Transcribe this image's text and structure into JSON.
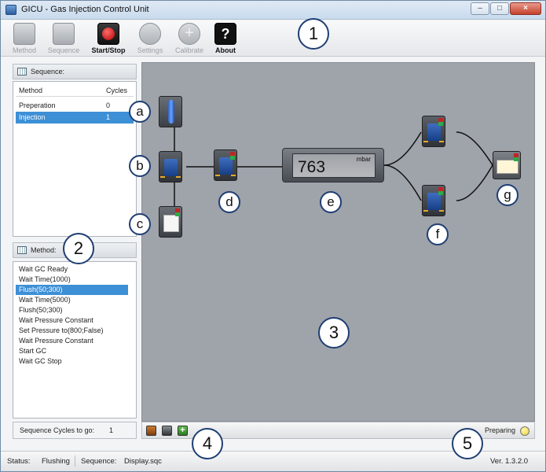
{
  "window": {
    "title": "GICU - Gas Injection Control Unit"
  },
  "toolbar": {
    "items": [
      {
        "label": "Method",
        "icon": "document-icon",
        "enabled": false
      },
      {
        "label": "Sequence",
        "icon": "document-icon",
        "enabled": false
      },
      {
        "label": "Start/Stop",
        "icon": "record-icon",
        "enabled": true
      },
      {
        "label": "Settings",
        "icon": "gear-icon",
        "enabled": false
      },
      {
        "label": "Calibrate",
        "icon": "target-icon",
        "enabled": false
      },
      {
        "label": "About",
        "icon": "help-icon",
        "enabled": true
      }
    ]
  },
  "sequence_panel": {
    "title": "Sequence:",
    "columns": [
      "Method",
      "Cycles"
    ],
    "rows": [
      {
        "method": "Preperation",
        "cycles": "0"
      },
      {
        "method": "Injection",
        "cycles": "1"
      }
    ],
    "selected_row": "Injection"
  },
  "method_panel": {
    "title": "Method:",
    "steps": [
      "Wait GC Ready",
      "Wait Time(1000)",
      "Flush(50;300)",
      "Wait Time(5000)",
      "Flush(50;300)",
      "Wait Pressure Constant",
      "Set Pressure to(800;False)",
      "Wait Pressure Constant",
      "Start GC",
      "Wait GC Stop"
    ],
    "selected_step": "Flush(50;300)"
  },
  "cycles_to_go": {
    "label": "Sequence Cycles to go:",
    "value": "1"
  },
  "diagram": {
    "pressure": {
      "value": "763",
      "unit": "mbar"
    },
    "device_labels": [
      "a",
      "b",
      "c",
      "d",
      "e",
      "f",
      "g"
    ]
  },
  "status_strip": {
    "state_text": "Preparing",
    "led_color": "#e8d43c"
  },
  "statusbar": {
    "status_label": "Status:",
    "status_value": "Flushing",
    "sequence_label": "Sequence:",
    "sequence_value": "Display.sqc",
    "version": "Ver. 1.3.2.0"
  },
  "callouts": [
    "1",
    "2",
    "3",
    "4",
    "5"
  ],
  "colors": {
    "selection": "#3d8fd6",
    "diagram_bg": "#9fa3aa",
    "callout_border": "#1f3f73"
  }
}
